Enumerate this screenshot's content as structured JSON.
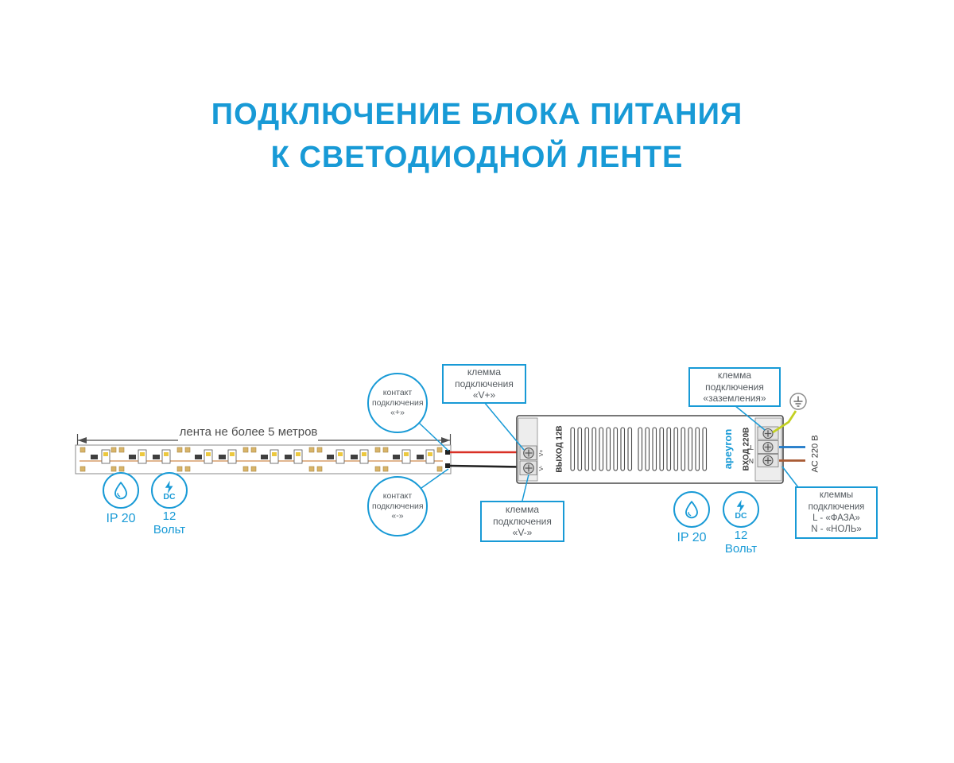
{
  "title": {
    "line1": "ПОДКЛЮЧЕНИЕ БЛОКА ПИТАНИЯ",
    "line2": "К СВЕТОДИОДНОЙ ЛЕНТЕ"
  },
  "colors": {
    "accent": "#189ad6",
    "wire_red": "#d93025",
    "wire_black": "#222222",
    "wire_blue": "#1d78c8",
    "wire_brown": "#a85a32",
    "wire_ground_yellow_green": "#c3d021"
  },
  "strip": {
    "dimension_label": "лента не более 5 метров"
  },
  "callouts": {
    "contact_plus": {
      "l1": "контакт",
      "l2": "подключения",
      "l3": "«+»"
    },
    "contact_minus": {
      "l1": "контакт",
      "l2": "подключения",
      "l3": "«-»"
    },
    "terminal_vplus": {
      "l1": "клемма",
      "l2": "подключения",
      "l3": "«V+»"
    },
    "terminal_vminus": {
      "l1": "клемма",
      "l2": "подключения",
      "l3": "«V-»"
    },
    "terminal_ground": {
      "l1": "клемма",
      "l2": "подключения",
      "l3": "«заземления»"
    },
    "terminals_ln": {
      "l1": "клеммы",
      "l2": "подключения",
      "l3": "L - «ФАЗА»",
      "l4": "N - «НОЛЬ»"
    }
  },
  "psu": {
    "output_label": "ВЫХОД 12В",
    "brand": "apeyron",
    "input_label": "ВХОД 220В",
    "vplus": "V+",
    "vminus": "V-",
    "terminal_l": "L",
    "terminal_n": "N",
    "ac_label": "AC 220 В"
  },
  "badges": {
    "ip": "IP 20",
    "dc": "DC",
    "volt_line1": "12",
    "volt_line2": "Вольт"
  }
}
